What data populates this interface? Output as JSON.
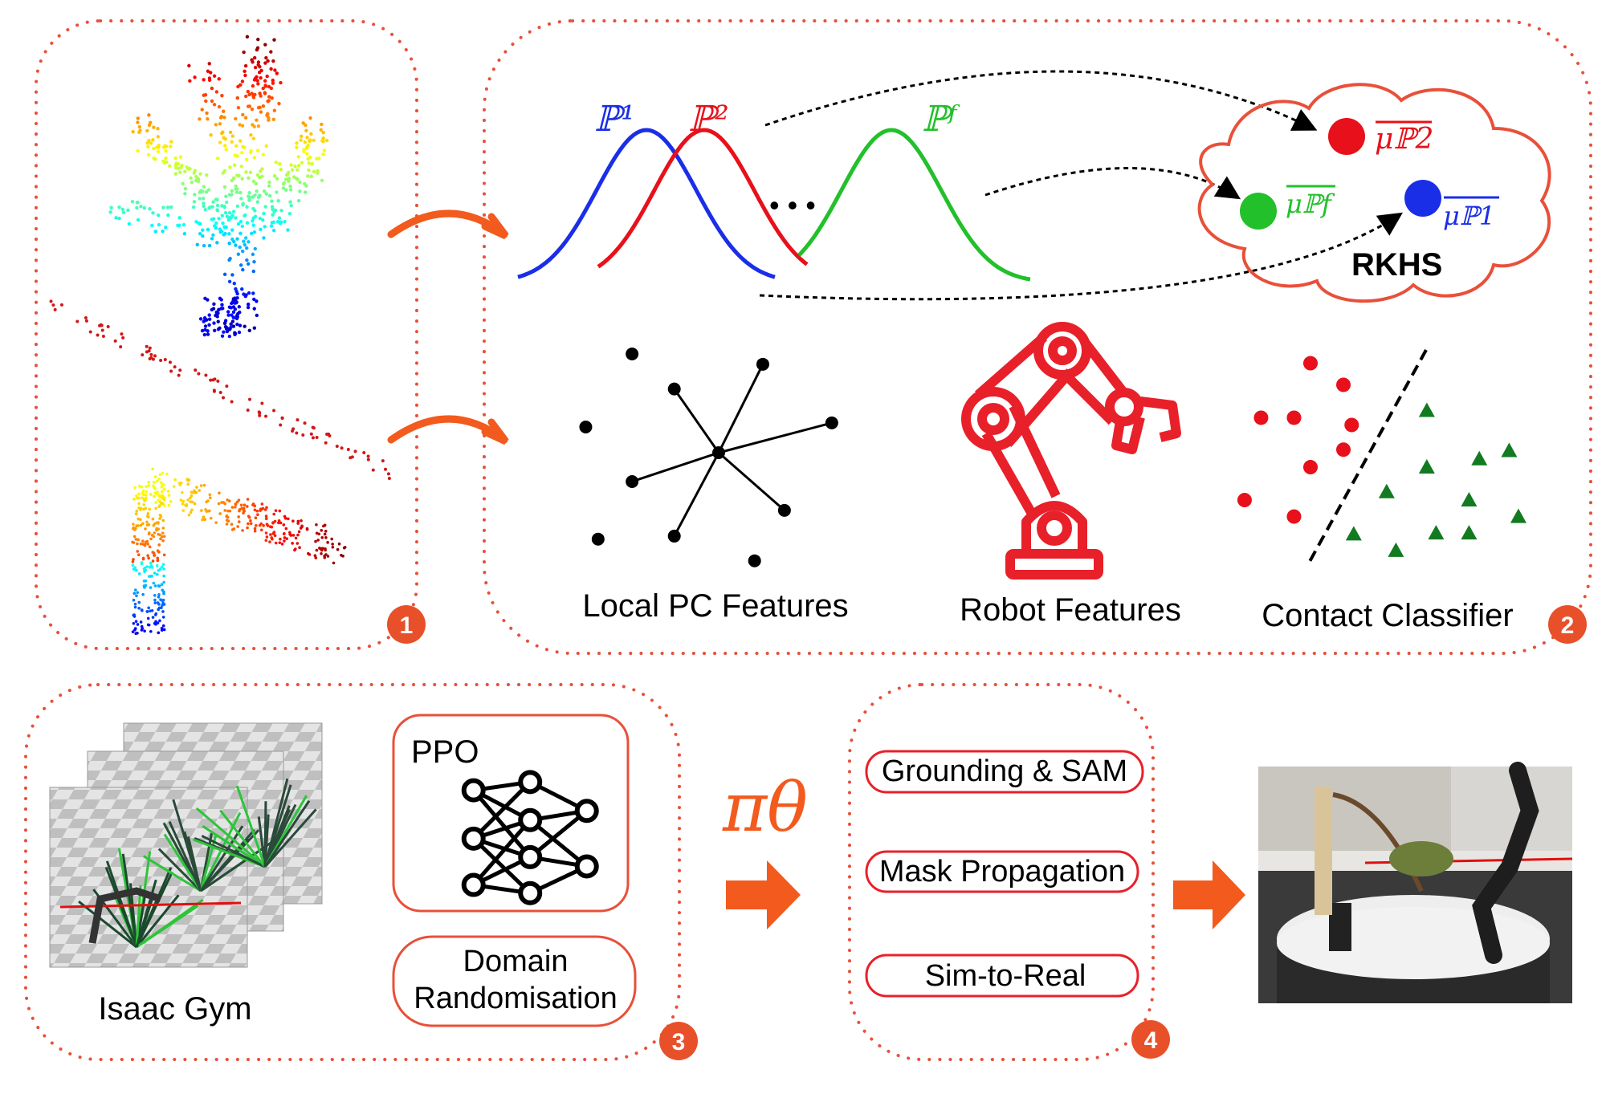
{
  "panels": {
    "p1": {
      "badge": "1"
    },
    "p2": {
      "badge": "2",
      "dist_labels": {
        "p1": "ℙ¹",
        "p2": "ℙ²",
        "pf": "ℙᶠ"
      },
      "ellipsis": "• • •",
      "rkhs": {
        "title": "RKHS",
        "mu_p2": "μℙ2",
        "mu_pf": "μℙf",
        "mu_p1": "μℙ1"
      },
      "features": [
        "Local PC Features",
        "Robot Features",
        "Contact Classifier"
      ]
    },
    "p3": {
      "badge": "3",
      "sim_label": "Isaac Gym",
      "ppo_label": "PPO",
      "dr_line1": "Domain",
      "dr_line2": "Randomisation"
    },
    "policy": "πθ",
    "p4": {
      "badge": "4",
      "steps": [
        "Grounding & SAM",
        "Mask Propagation",
        "Sim-to-Real"
      ]
    }
  },
  "colors": {
    "panel_border": "#e8503a",
    "badge": "#e8502a",
    "blue": "#1a2ee8",
    "red": "#e8101a",
    "green": "#22c02a",
    "arrow": "#f25a1e",
    "dark_green": "#127a20"
  }
}
